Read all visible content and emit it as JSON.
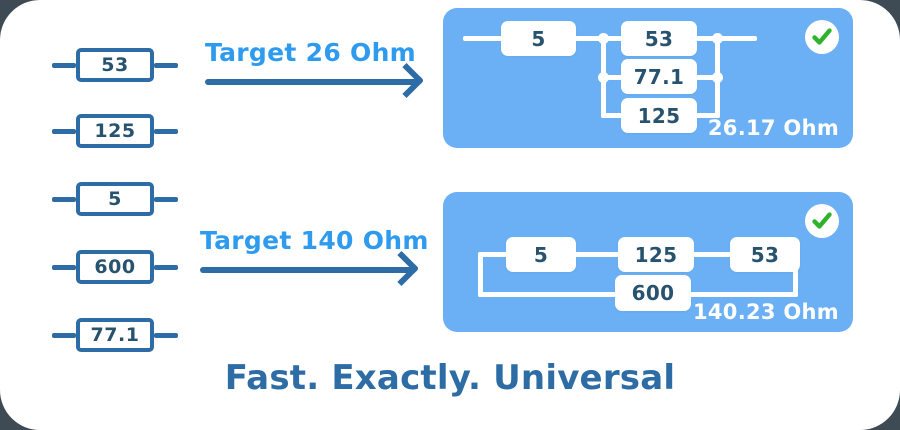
{
  "theme": {
    "page_background": "#ffffff",
    "outer_background": "#3e4b55",
    "panel_blue": "#6bb0f5",
    "accent_dark_blue": "#2d6ca4",
    "target_blue": "#2f9bef",
    "value_text": "#27536f",
    "check_green": "#2fb32f",
    "wire_white": "#ffffff"
  },
  "inventory": {
    "name": "resistor-inventory",
    "unit": "Ohm",
    "resistors": [
      {
        "value": "53"
      },
      {
        "value": "125"
      },
      {
        "value": "5"
      },
      {
        "value": "600"
      },
      {
        "value": "77.1"
      }
    ]
  },
  "rows": [
    {
      "id": "row-top",
      "arrow": {
        "label": "Target 26 Ohm",
        "target_value": "26",
        "unit": "Ohm"
      },
      "solution": {
        "result": "26.17 Ohm",
        "result_value": "26.17",
        "status_icon": "check-circle-icon",
        "topology": "series-then-parallel",
        "series_resistors": [
          "5"
        ],
        "parallel_resistors": [
          "53",
          "77.1",
          "125"
        ]
      }
    },
    {
      "id": "row-bottom",
      "arrow": {
        "label": "Target 140 Ohm",
        "target_value": "140",
        "unit": "Ohm"
      },
      "solution": {
        "result": "140.23 Ohm",
        "result_value": "140.23",
        "status_icon": "check-circle-icon",
        "topology": "series-branch-parallel-with-single",
        "series_resistors": [
          "5",
          "125",
          "53"
        ],
        "parallel_resistors": [
          "600"
        ]
      }
    }
  ],
  "tagline": "Fast. Exactly. Universal"
}
